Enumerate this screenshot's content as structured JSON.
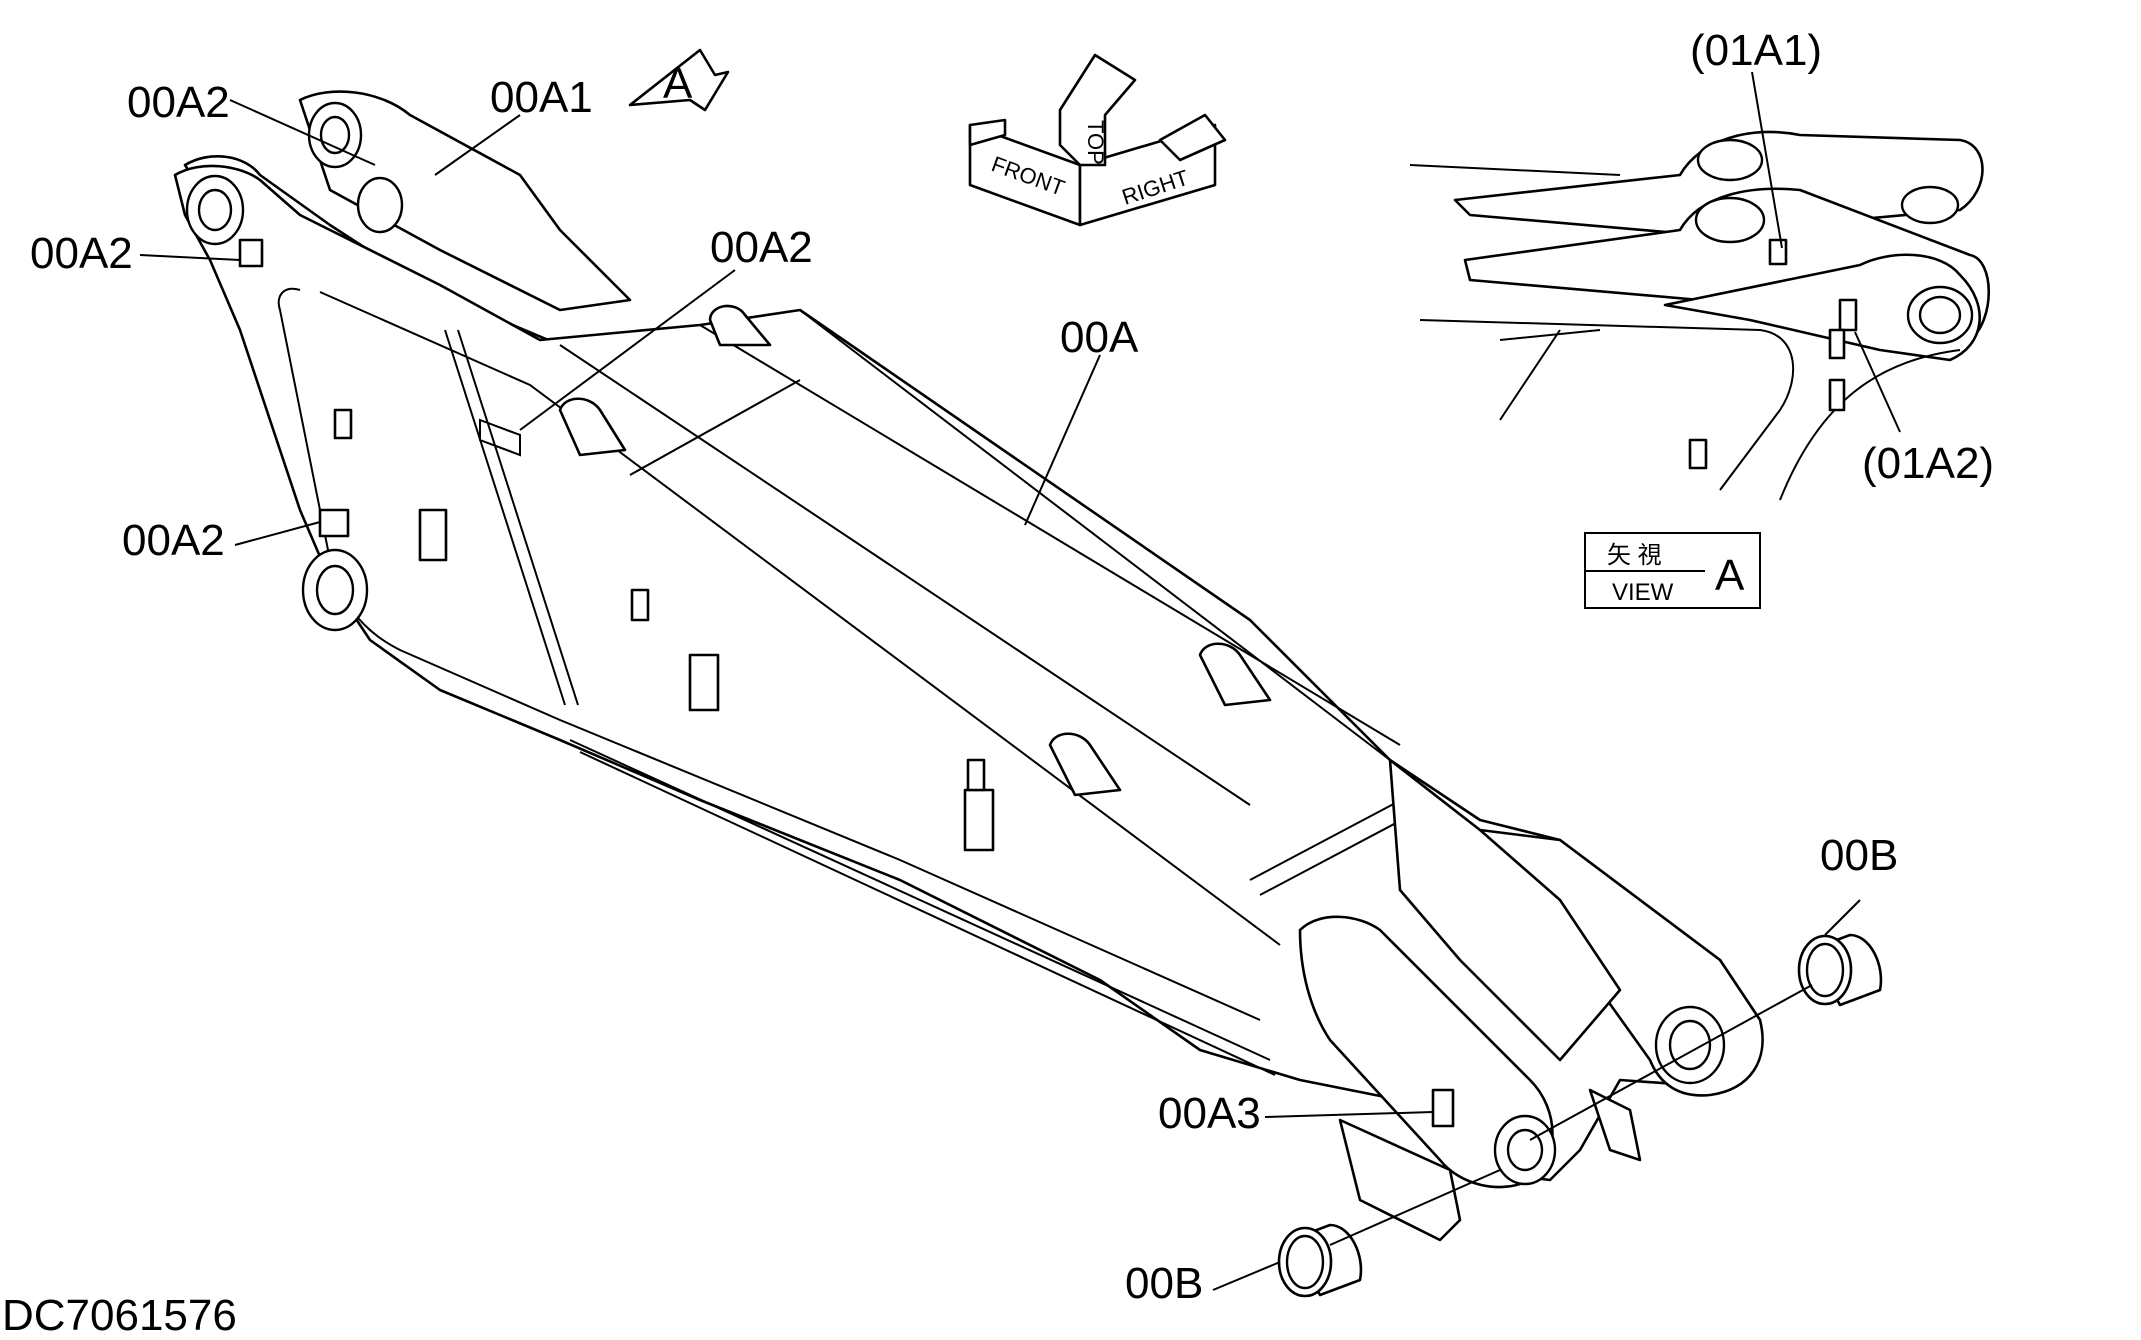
{
  "drawing": {
    "doc_number": "DC7061576",
    "labels": {
      "main_boom": "00A",
      "bracket_top_a2": "00A2",
      "bracket_top_a1": "00A1",
      "bracket_left_a2": "00A2",
      "bracket_center_a2": "00A2",
      "bracket_mid_a2": "00A2",
      "bracket_a3": "00A3",
      "bushing_right": "00B",
      "bushing_bottom": "00B",
      "view_a1": "(01A1)",
      "view_a2": "(01A2)",
      "view_arrow_letter": "A"
    },
    "orientation": {
      "front": "FRONT",
      "top": "TOP",
      "right": "RIGHT"
    },
    "view_box": {
      "kanji": "矢  視",
      "view": "VIEW",
      "letter": "A"
    }
  }
}
